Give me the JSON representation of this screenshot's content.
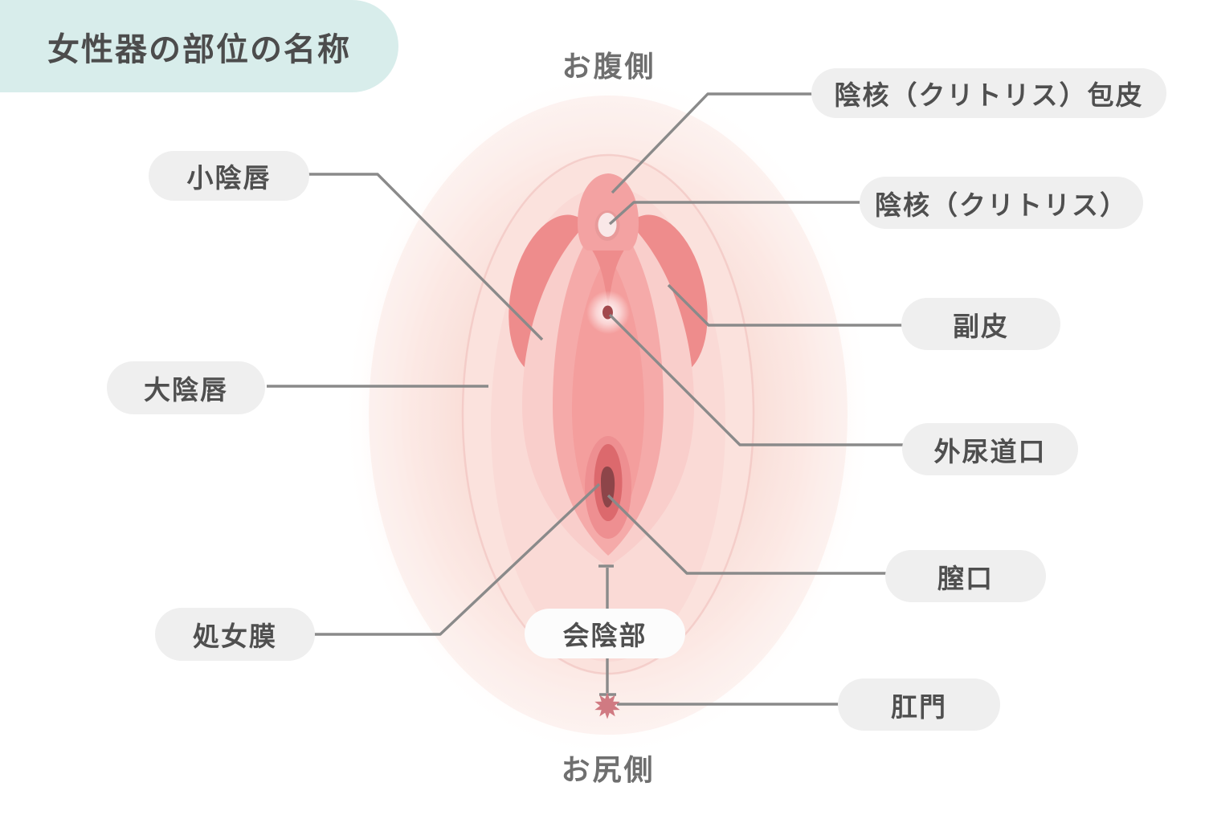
{
  "title": "女性器の部位の名称",
  "orientation": {
    "top": "お腹側",
    "bottom": "お尻側"
  },
  "labels": {
    "clitoral_hood": "陰核（クリトリス）包皮",
    "clitoris": "陰核（クリトリス）",
    "accessory_skin": "副皮",
    "urethral_opening": "外尿道口",
    "vaginal_opening": "膣口",
    "anus": "肛門",
    "labia_minora": "小陰唇",
    "labia_majora": "大陰唇",
    "hymen": "処女膜",
    "perineum": "会陰部"
  },
  "colors": {
    "title_bg": "#d8edeb",
    "title_ink": "#4c4c4c",
    "pill_bg": "#efefef",
    "pill_ink": "#4f4f4f",
    "pill_white_bg": "#fcfcfc",
    "side_label_ink": "#6f6f6f",
    "leader_line": "#8a8a8a",
    "skin_glow": "#fadcd6",
    "skin_outer": "#fbe2dd",
    "skin_outer_edge": "#f0bfbd",
    "skin_inner": "#fadad6",
    "skin_halo": "#f9cecb",
    "skin_wings": "#ee8c8c",
    "skin_labia": "#f5aaa9",
    "skin_hood": "#f3a2a2",
    "skin_vestibule": "#f49e9d",
    "clitoris_rim": "#e89a9a",
    "clitoris_fill": "#f9e8e8",
    "opening_ring": "#ee8f91",
    "opening_red": "#dc696d",
    "opening_dark": "#8d4549",
    "urethra_dot": "#a2494d",
    "anus_star": "#d07a82"
  }
}
